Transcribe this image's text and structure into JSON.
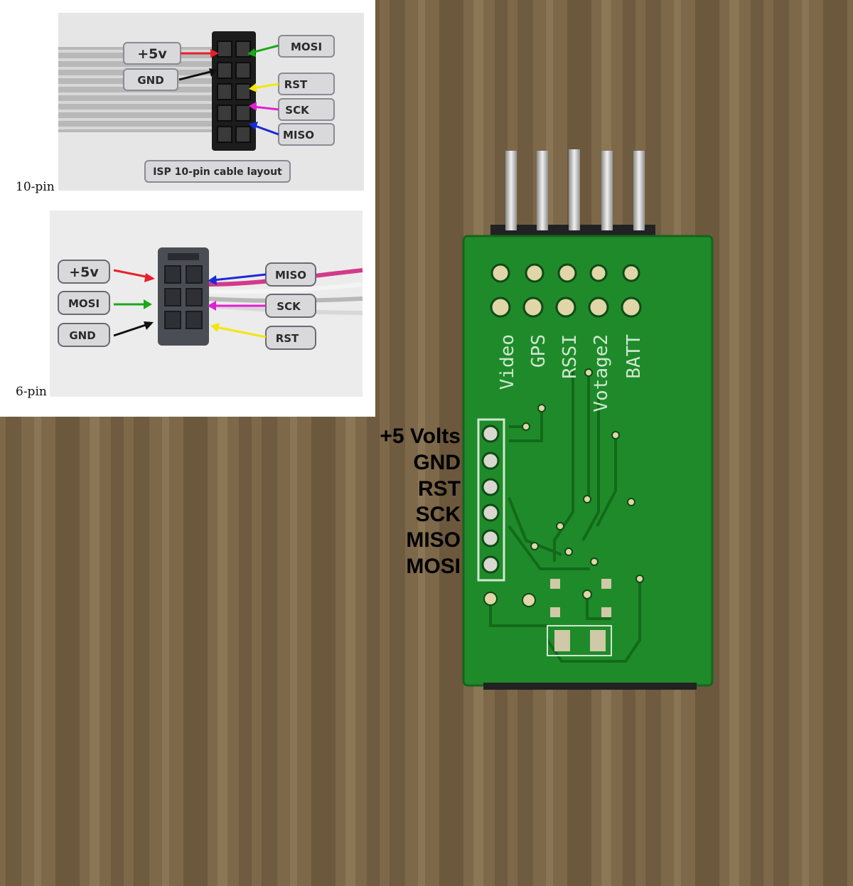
{
  "colors": {
    "wood": "#7a6548",
    "pcb": "#1f8a2a",
    "pill": "#d9d9dc",
    "red": "#e8202a",
    "black": "#111111",
    "green": "#1aa81a",
    "yellow": "#f2e60c",
    "magenta": "#e020d0",
    "blue": "#1a2ad8"
  },
  "ten_pin": {
    "caption": "10-pin",
    "title": "ISP 10-pin cable layout",
    "left_labels": [
      "+5v",
      "GND"
    ],
    "right_labels": [
      "MOSI",
      "RST",
      "SCK",
      "MISO"
    ]
  },
  "six_pin": {
    "caption": "6-pin",
    "left_labels": [
      "+5v",
      "MOSI",
      "GND"
    ],
    "right_labels": [
      "MISO",
      "SCK",
      "RST"
    ]
  },
  "board": {
    "silkscreen": [
      "Video",
      "GPS",
      "RSSI",
      "Votage2",
      "BATT"
    ],
    "isp_labels": [
      "+5 Volts",
      "GND",
      "RST",
      "SCK",
      "MISO",
      "MOSI"
    ]
  }
}
